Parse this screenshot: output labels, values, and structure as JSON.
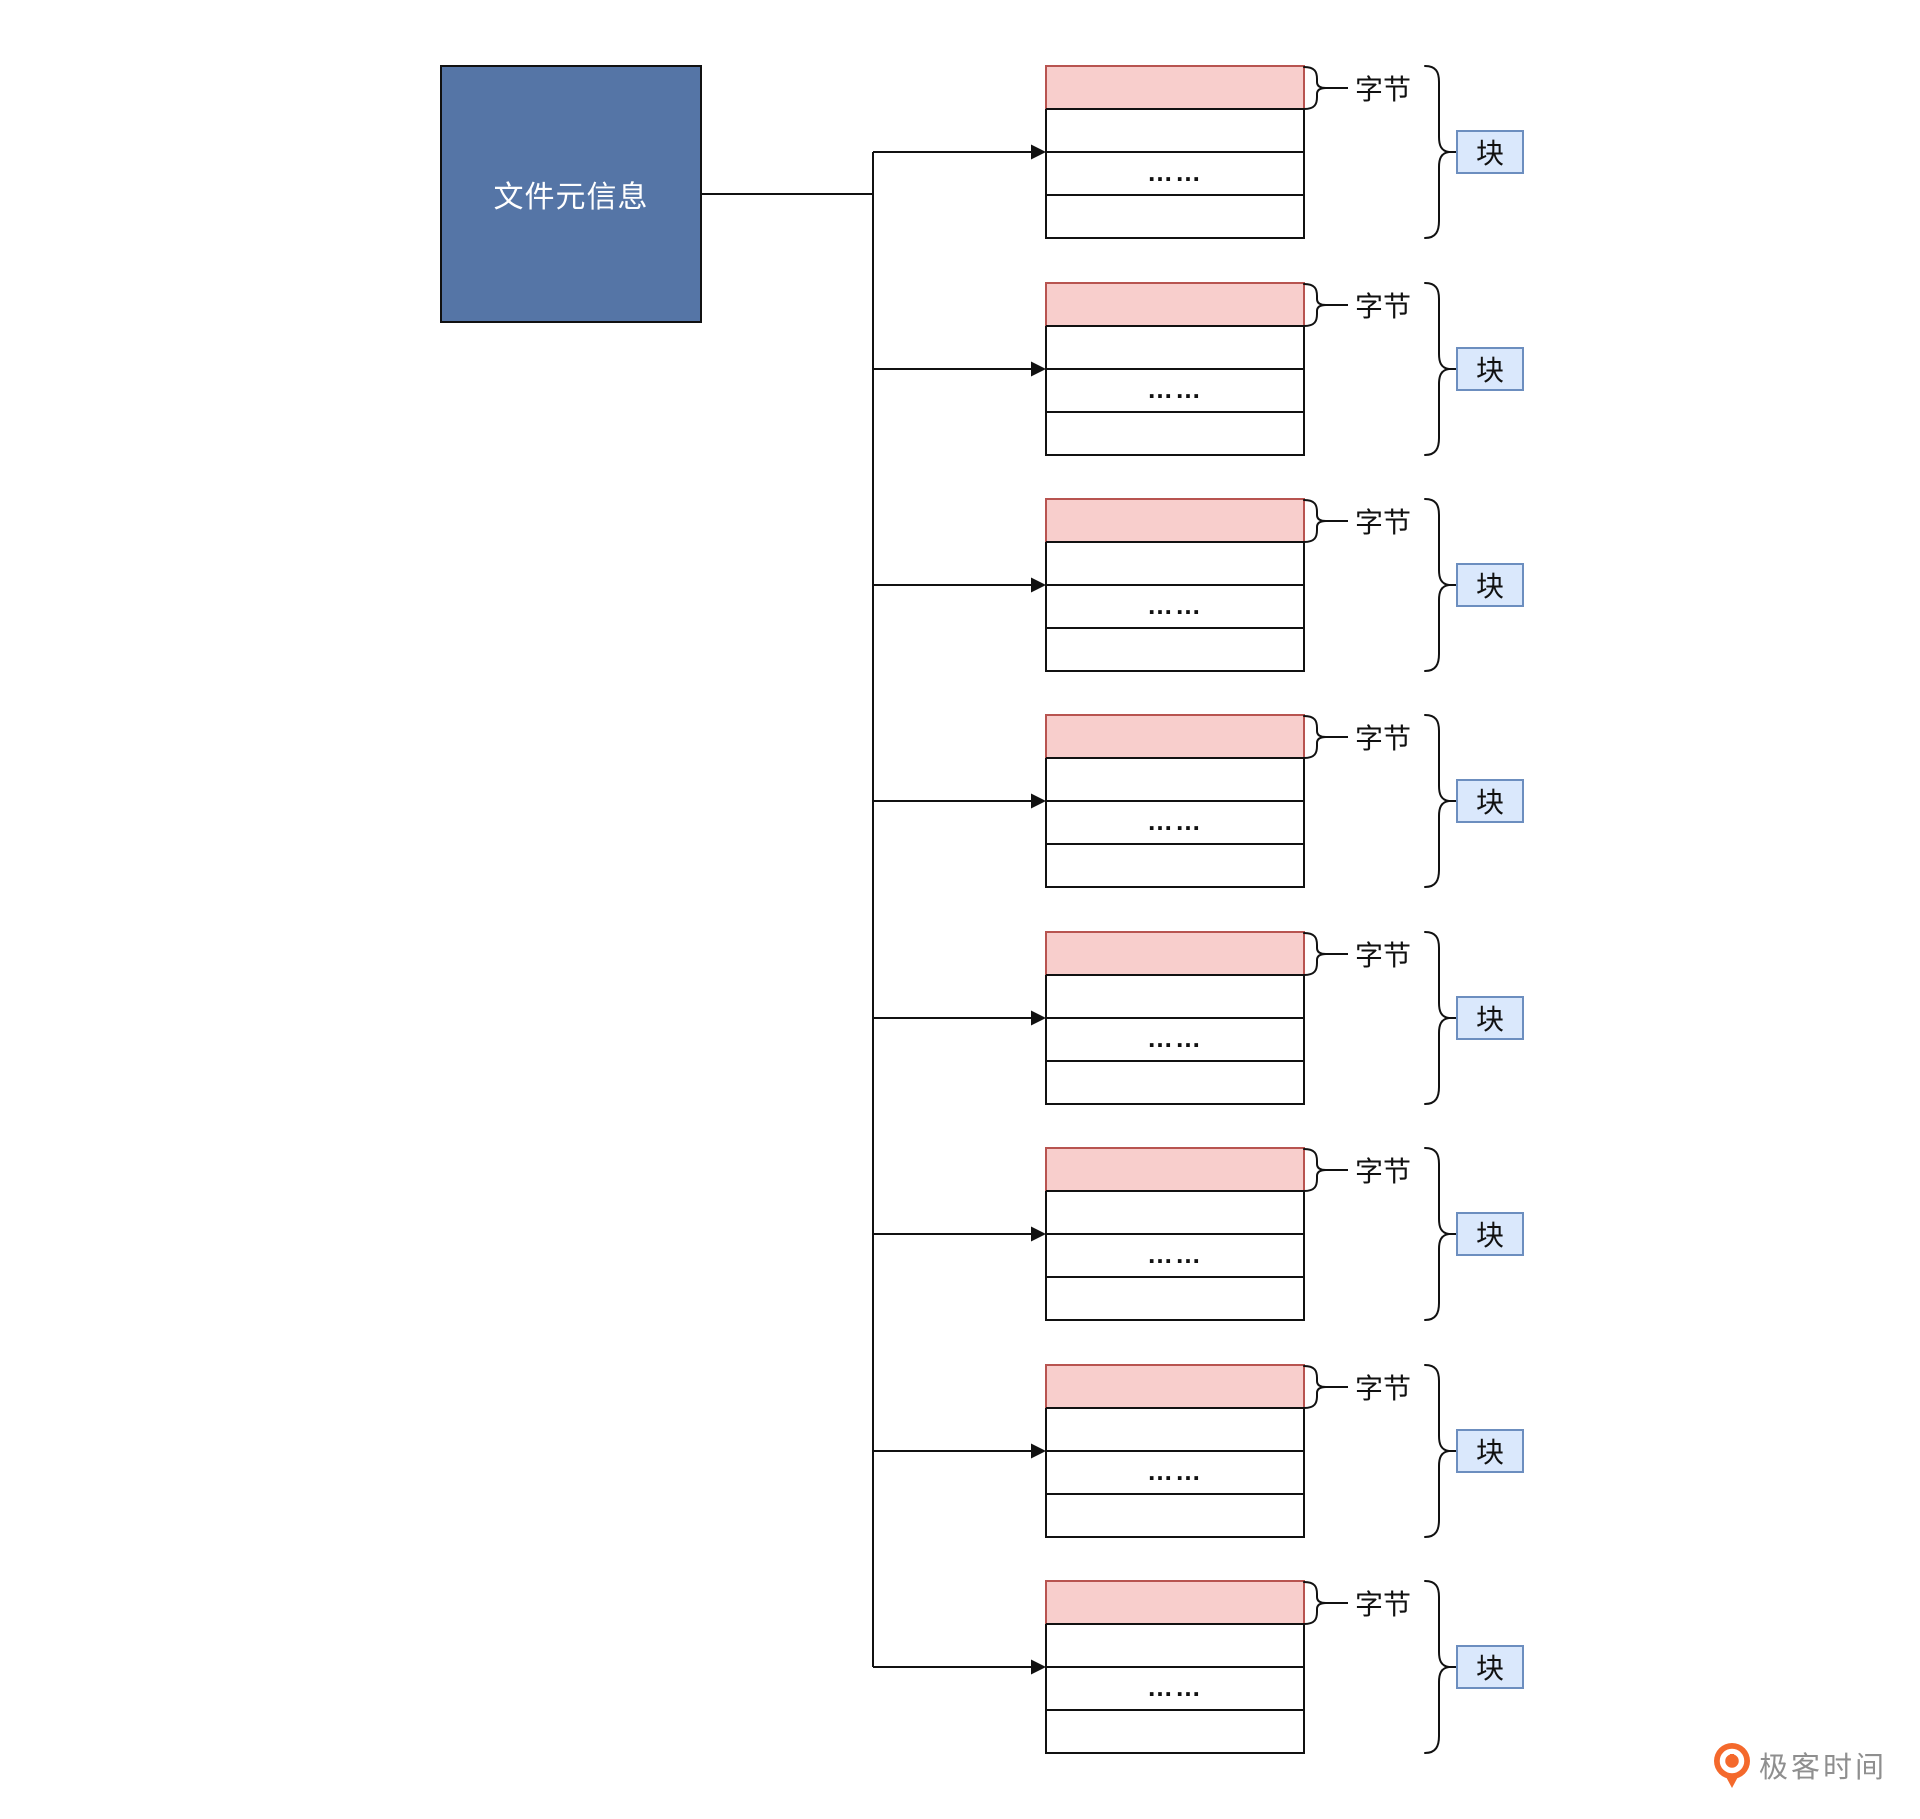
{
  "diagram": {
    "root_box": {
      "label": "文件元信息"
    },
    "blocks": [
      {
        "byte_label": "字节",
        "block_label": "块",
        "ellipsis": "……"
      },
      {
        "byte_label": "字节",
        "block_label": "块",
        "ellipsis": "……"
      },
      {
        "byte_label": "字节",
        "block_label": "块",
        "ellipsis": "……"
      },
      {
        "byte_label": "字节",
        "block_label": "块",
        "ellipsis": "……"
      },
      {
        "byte_label": "字节",
        "block_label": "块",
        "ellipsis": "……"
      },
      {
        "byte_label": "字节",
        "block_label": "块",
        "ellipsis": "……"
      },
      {
        "byte_label": "字节",
        "block_label": "块",
        "ellipsis": "……"
      },
      {
        "byte_label": "字节",
        "block_label": "块",
        "ellipsis": "……"
      }
    ],
    "colors": {
      "root_fill": "#5575a6",
      "root_text": "#ffffff",
      "byte_row_fill": "#f8cecc",
      "byte_row_stroke": "#b85450",
      "block_box_fill": "#dae8fc",
      "block_box_stroke": "#6c8ebf",
      "line": "#111111"
    }
  },
  "footer": {
    "brand_text": "极客时间",
    "brand_color": "#8f8f8f",
    "logo_color": "#f4692c"
  }
}
